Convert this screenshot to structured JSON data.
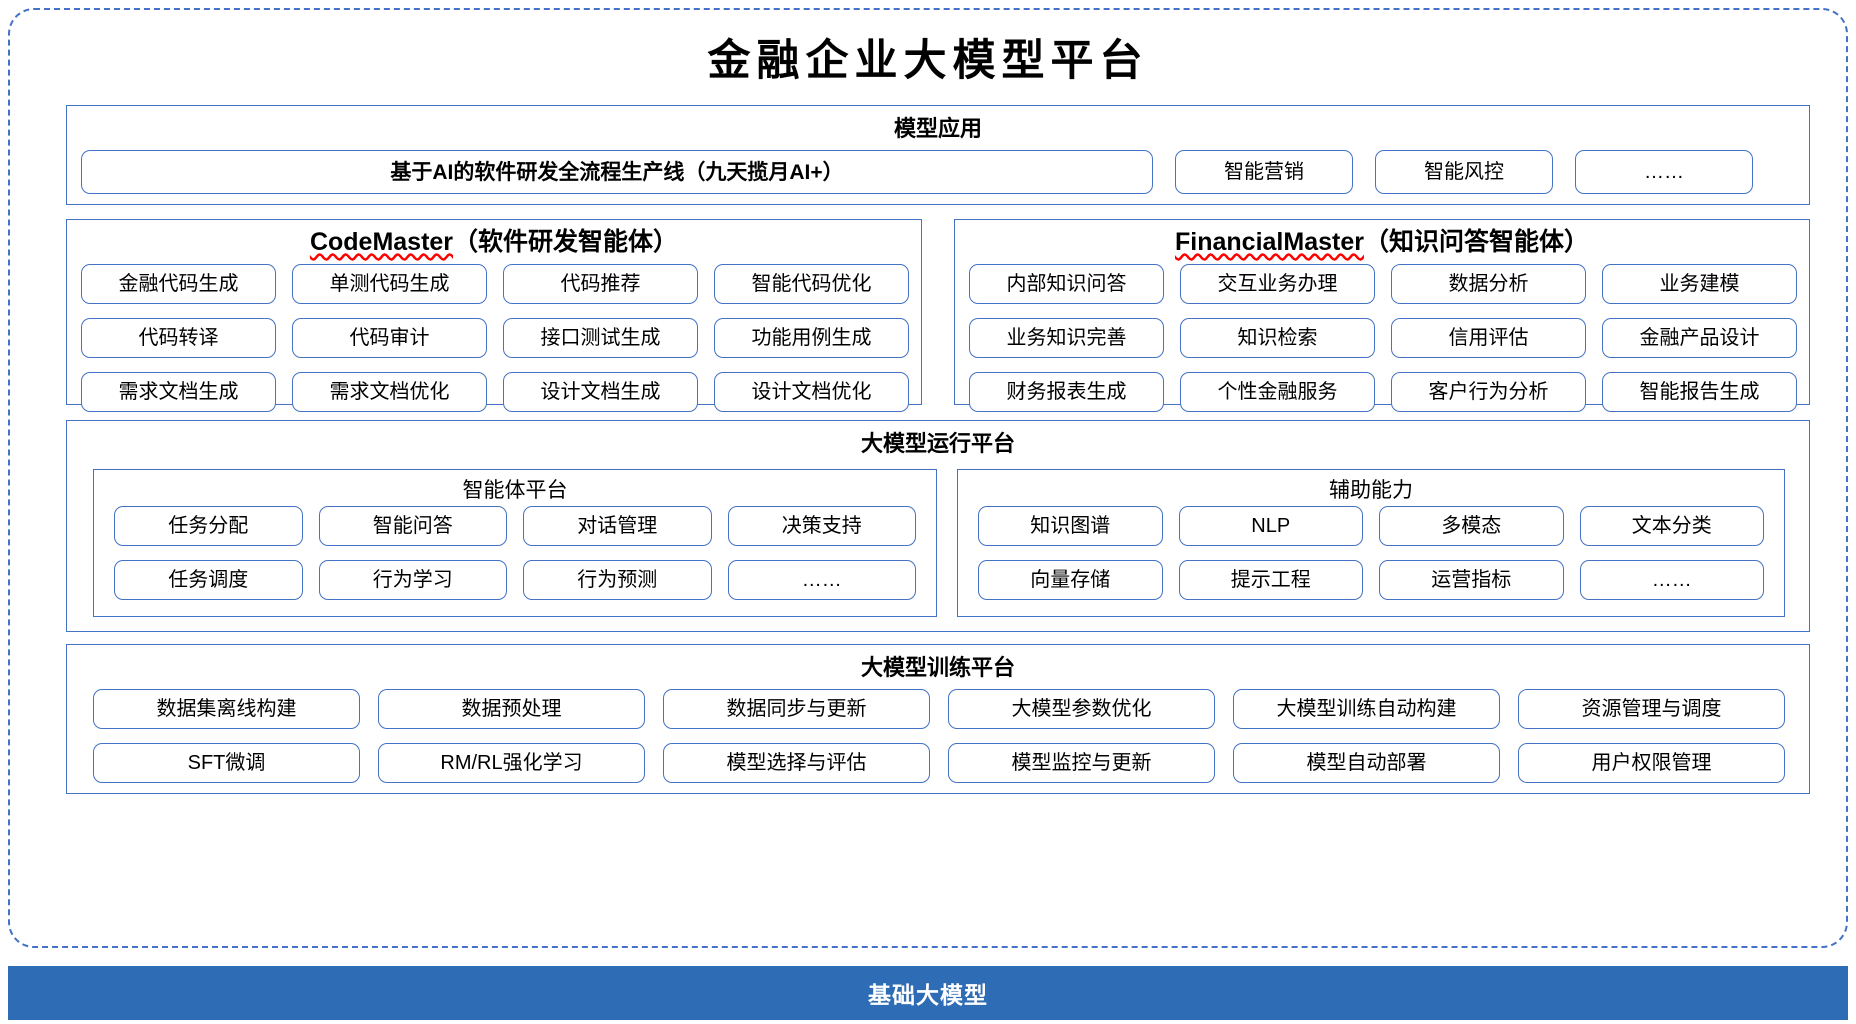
{
  "title": "金融企业大模型平台",
  "sections": {
    "application": {
      "heading": "模型应用",
      "main_item": "基于AI的软件研发全流程生产线（九天揽月AI+）",
      "items": [
        "智能营销",
        "智能风控",
        "……"
      ]
    },
    "code_master": {
      "heading_latin": "CodeMaster",
      "heading_cn": "（软件研发智能体）",
      "items": [
        "金融代码生成",
        "单测代码生成",
        "代码推荐",
        "智能代码优化",
        "代码转译",
        "代码审计",
        "接口测试生成",
        "功能用例生成",
        "需求文档生成",
        "需求文档优化",
        "设计文档生成",
        "设计文档优化"
      ]
    },
    "financial_master": {
      "heading_latin": "FinancialMaster",
      "heading_cn": "（知识问答智能体）",
      "items": [
        "内部知识问答",
        "交互业务办理",
        "数据分析",
        "业务建模",
        "业务知识完善",
        "知识检索",
        "信用评估",
        "金融产品设计",
        "财务报表生成",
        "个性金融服务",
        "客户行为分析",
        "智能报告生成"
      ]
    },
    "run_platform": {
      "heading": "大模型运行平台",
      "agent_platform": {
        "heading": "智能体平台",
        "items": [
          "任务分配",
          "智能问答",
          "对话管理",
          "决策支持",
          "任务调度",
          "行为学习",
          "行为预测",
          "……"
        ]
      },
      "auxiliary": {
        "heading": "辅助能力",
        "items": [
          "知识图谱",
          "NLP",
          "多模态",
          "文本分类",
          "向量存储",
          "提示工程",
          "运营指标",
          "……"
        ]
      }
    },
    "train_platform": {
      "heading": "大模型训练平台",
      "items": [
        "数据集离线构建",
        "数据预处理",
        "数据同步与更新",
        "大模型参数优化",
        "大模型训练自动构建",
        "资源管理与调度",
        "SFT微调",
        "RM/RL强化学习",
        "模型选择与评估",
        "模型监控与更新",
        "模型自动部署",
        "用户权限管理"
      ]
    }
  },
  "footer": {
    "label": "基础大模型"
  },
  "colors": {
    "accent_blue": "#4472c4",
    "footer_blue": "#2e6cb5",
    "spellcheck_red": "#ff0000"
  }
}
